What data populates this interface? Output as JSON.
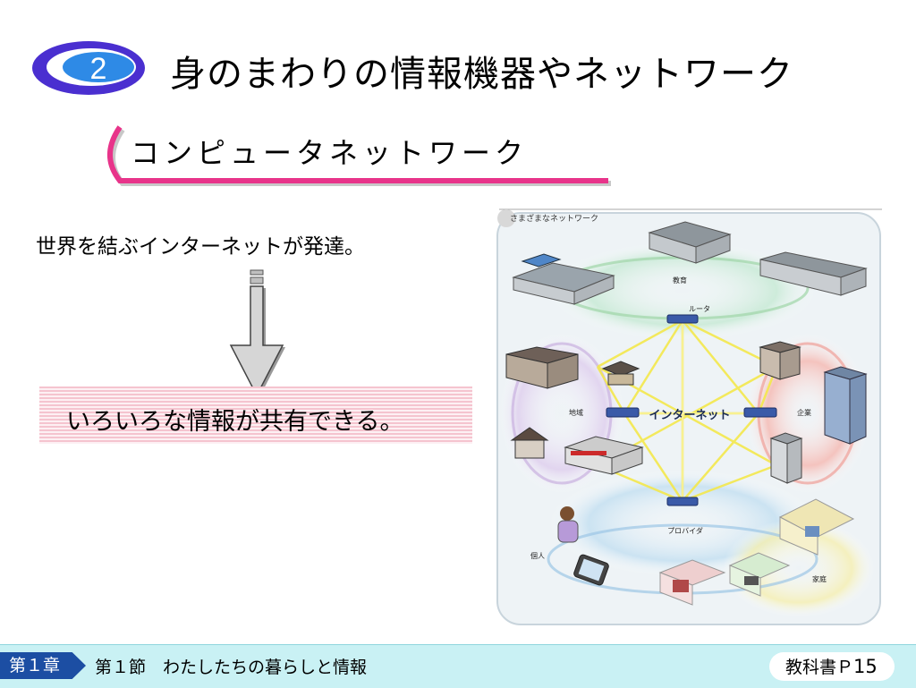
{
  "header": {
    "badge_number": "2",
    "title": "身のまわりの情報機器やネットワーク"
  },
  "subtitle": "コンピュータネットワーク",
  "content": {
    "statement": "世界を結ぶインターネットが発達。",
    "highlight": "いろいろな情報が共有できる。"
  },
  "figure": {
    "caption": "さまざまなネットワーク",
    "center_label": "インターネット",
    "router_label": "ルータ",
    "provider_label": "プロバイダ",
    "regions": {
      "education": "教育",
      "community": "地域",
      "business": "企業",
      "personal": "個人",
      "home": "家庭"
    }
  },
  "footer": {
    "chapter": "第１章",
    "section": "第１節　わたしたちの暮らしと情報",
    "textbook_prefix": "教科書Ｐ",
    "page": "15"
  },
  "colors": {
    "badge_blue": "#4a2fd0",
    "subtitle_pink": "#e8348a",
    "footer_bg": "#c9f1f4",
    "chapter_blue": "#1c4ea3"
  }
}
